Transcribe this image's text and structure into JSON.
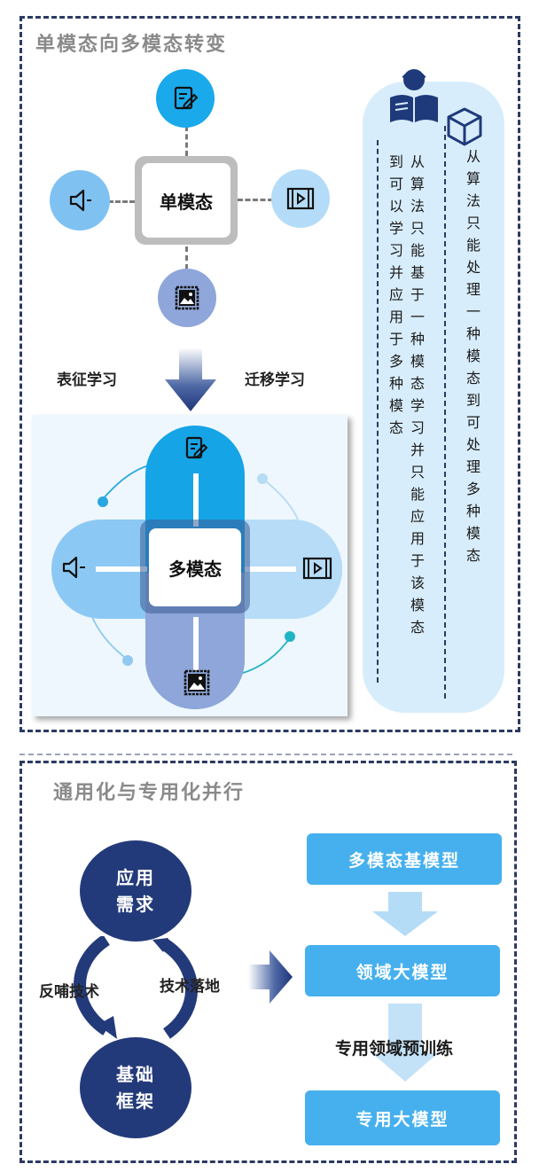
{
  "section1": {
    "title": "单模态向多模态转变",
    "single_modal": "单模态",
    "multi_modal": "多模态",
    "label_left": "表征学习",
    "label_right": "迁移学习",
    "text_right": "从算法只能处理一种模态到可处理多种模态",
    "text_left_col1": "从算法只能基于一种模态学习并只能应用于该模态",
    "text_left_col2": "到可以学习并应用于多种模态"
  },
  "section2": {
    "title": "通用化与专用化并行",
    "circle_top": "应用需求",
    "circle_bottom": "基础框架",
    "label_left": "反哺技术",
    "label_right": "技术落地",
    "box1": "多模态基模型",
    "box2": "领域大模型",
    "box3": "专用大模型",
    "label_pretrain": "专用领域预训练"
  },
  "colors": {
    "navy": "#233a7a",
    "sky_blue": "#46b0ee",
    "panel_border": "#2b3a63"
  }
}
